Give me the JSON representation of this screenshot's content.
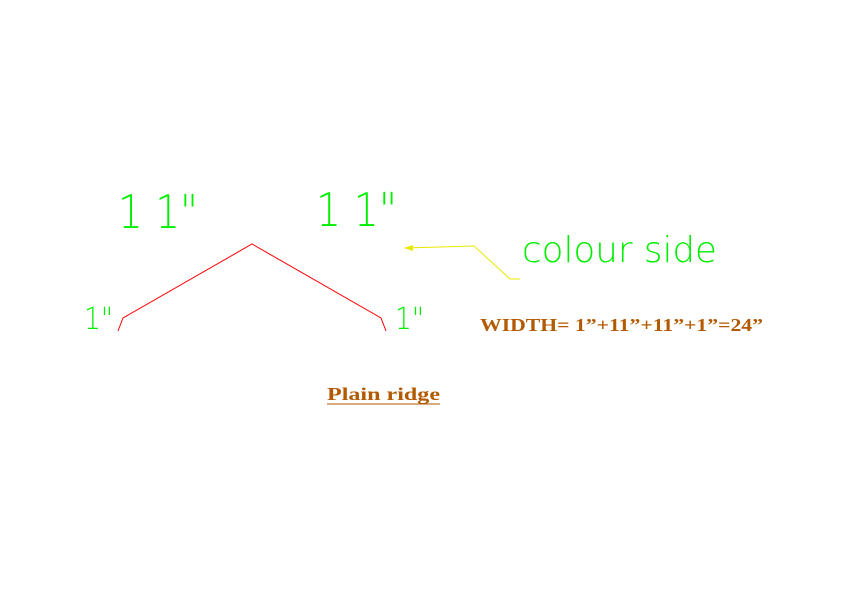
{
  "labels": {
    "top_left_dim": "1 1\"",
    "top_right_dim": "1 1\"",
    "left_flange_dim": "1\"",
    "right_flange_dim": "1\"",
    "colour_side": "colour side",
    "width_formula": "WIDTH=  1”+11”+11”+1”=24”",
    "title": "Plain  ridge"
  },
  "colors": {
    "dimension": "#00ee00",
    "profile_line": "#ff0000",
    "leader": "#e8e800",
    "annotation": "#b35a00"
  }
}
